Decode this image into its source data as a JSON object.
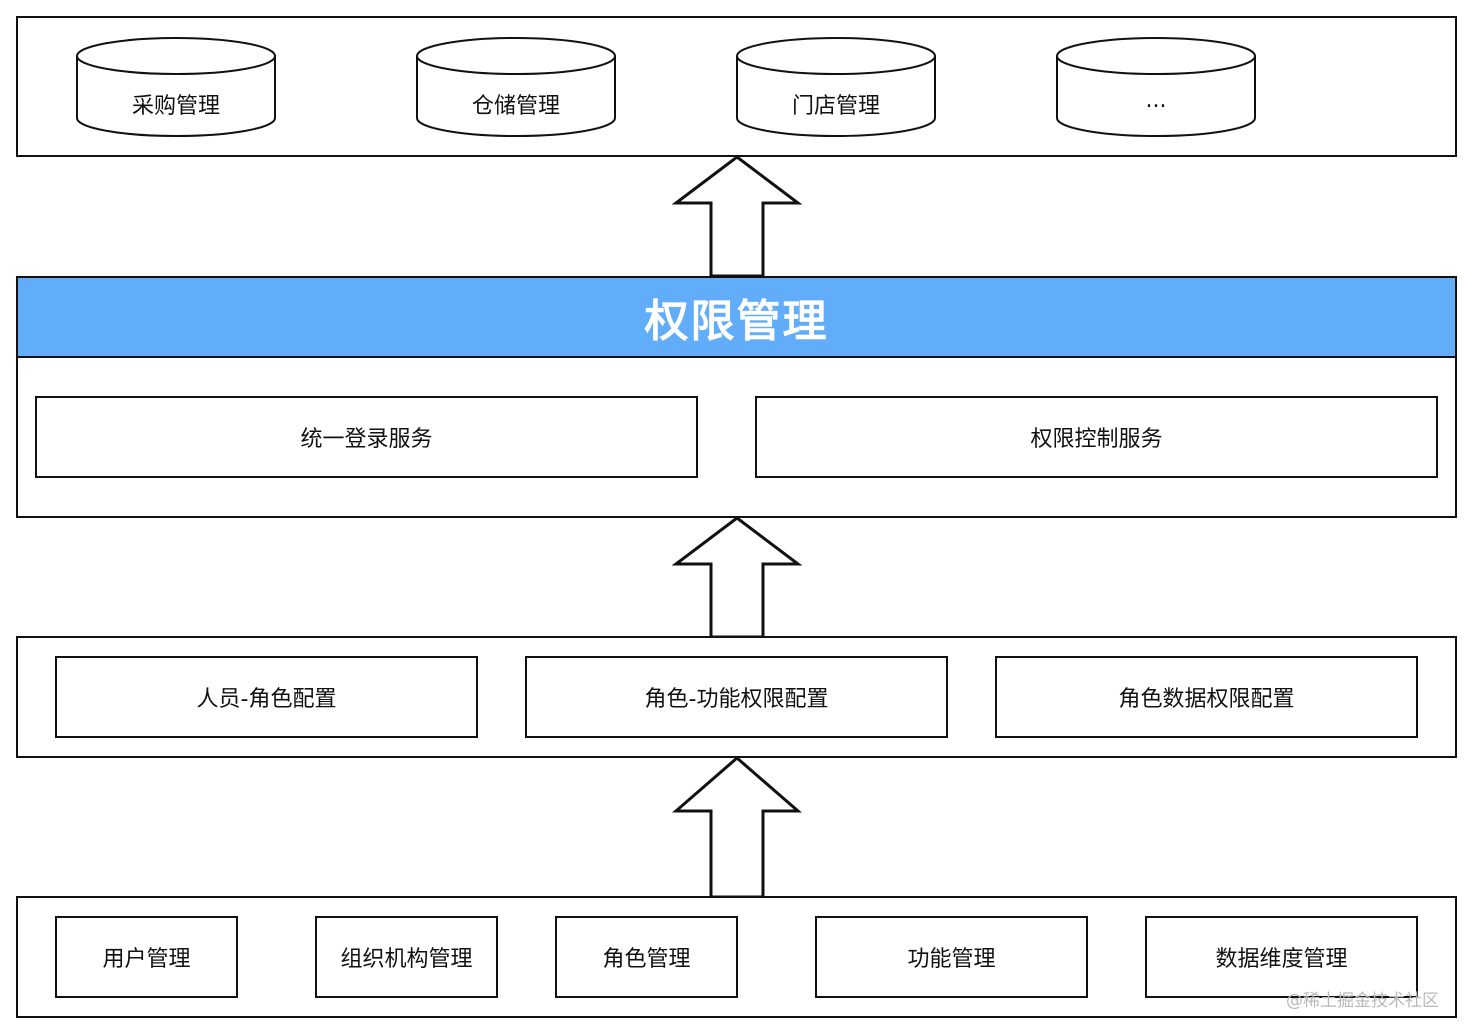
{
  "top_layer": {
    "databases": [
      "采购管理",
      "仓储管理",
      "门店管理",
      "..."
    ]
  },
  "auth_layer": {
    "title": "权限管理",
    "services": [
      "统一登录服务",
      "权限控制服务"
    ]
  },
  "config_layer": {
    "items": [
      "人员-角色配置",
      "角色-功能权限配置",
      "角色数据权限配置"
    ]
  },
  "base_layer": {
    "items": [
      "用户管理",
      "组织机构管理",
      "角色管理",
      "功能管理",
      "数据维度管理"
    ]
  },
  "watermark": "@稀土掘金技术社区",
  "colors": {
    "banner": "#62adf9",
    "stroke": "#111111"
  },
  "arrows": {
    "direction": "up",
    "count": 3
  }
}
